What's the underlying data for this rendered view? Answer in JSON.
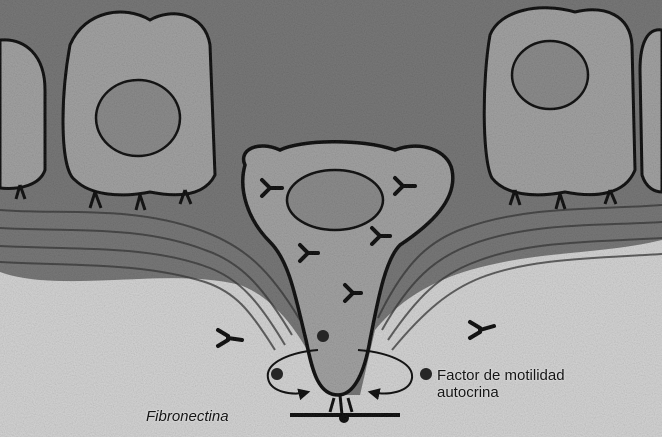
{
  "labels": {
    "motility_factor_line1": "Factor de motilidad",
    "motility_factor_line2": "autocrina",
    "fibronectin": "Fibronectina"
  },
  "colors": {
    "background": "#d6d6d6",
    "tissue_dark": "#7a7a7a",
    "cell_fill": "#a4a4a4",
    "nucleus_fill": "#8e8e8e",
    "outline": "#141414",
    "factor_dot": "#2a2a2a"
  },
  "icons": {
    "receptor": "y-shaped-receptor",
    "factor": "filled-circle-dot",
    "flow_arrow": "curved-arrow"
  }
}
